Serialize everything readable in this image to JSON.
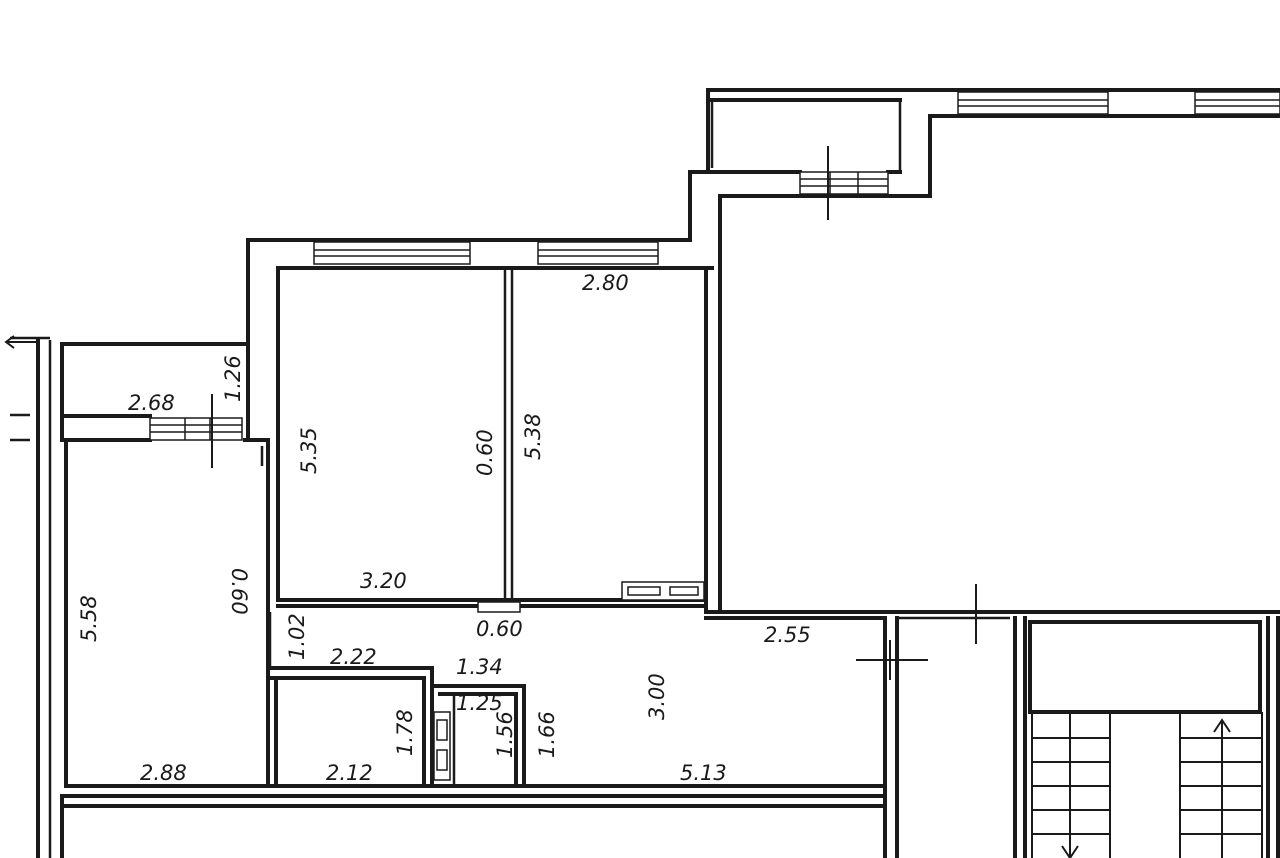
{
  "plan": {
    "dimensions": {
      "balcony_width": "2.68",
      "balcony_depth": "1.26",
      "room1_width": "3.20",
      "room1_depth": "5.35",
      "room2_width": "2.80",
      "room2_depth": "5.38",
      "partition_a": "0.60",
      "partition_b": "0.60",
      "partition_c": "0.60",
      "kitchen_depth": "5.58",
      "kitchen_width": "2.88",
      "corridor_a": "1.02",
      "corridor_b": "2.22",
      "bath_width": "2.12",
      "bath_depth": "1.78",
      "wc_width_top": "1.34",
      "wc_width_inner": "1.25",
      "wc_depth_inner": "1.56",
      "wc_depth_outer": "1.66",
      "hall_width": "5.13",
      "hall_depth": "3.00",
      "entry_width": "2.55"
    }
  }
}
